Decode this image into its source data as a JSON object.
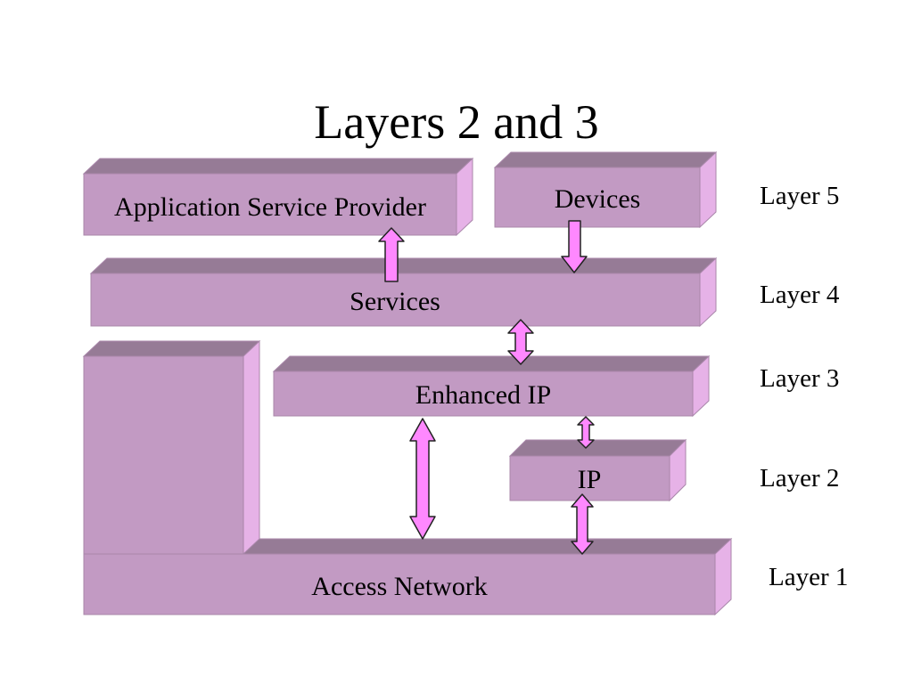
{
  "title": "Layers 2 and 3",
  "colors": {
    "box_front": "#c29ac3",
    "box_top": "#967b96",
    "box_side": "#e6b2e7",
    "box_edge": "#a987aa",
    "arrow_fill": "#ff88ff",
    "arrow_stroke": "#222222"
  },
  "boxes": {
    "asp": "Application Service Provider",
    "devices": "Devices",
    "services": "Services",
    "enhanced_ip": "Enhanced IP",
    "ip": "IP",
    "access_network": "Access Network"
  },
  "layers": [
    "Layer 5",
    "Layer 4",
    "Layer 3",
    "Layer 2",
    "Layer 1"
  ]
}
